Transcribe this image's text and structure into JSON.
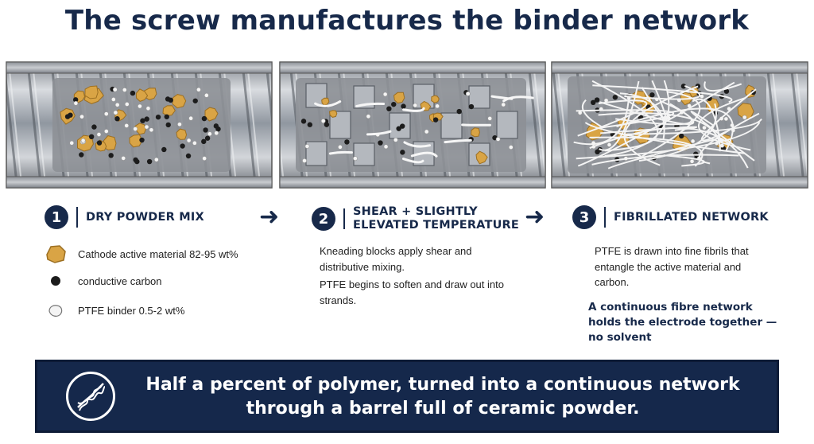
{
  "title": "The screw manufactures the binder network",
  "stages": [
    {
      "number": "1",
      "title_lines": [
        "DRY POWDER MIX"
      ]
    },
    {
      "number": "2",
      "title_lines": [
        "SHEAR + SLIGHTLY",
        "ELEVATED TEMPERATURE"
      ]
    },
    {
      "number": "3",
      "title_lines": [
        "FIBRILLATED NETWORK"
      ]
    }
  ],
  "legend": [
    {
      "icon": "cathode-particle-icon",
      "label": "Cathode active material 82-95 wt%"
    },
    {
      "icon": "carbon-dot-icon",
      "label": "conductive carbon"
    },
    {
      "icon": "ptfe-particle-icon",
      "label": "PTFE binder 0.5-2 wt%"
    }
  ],
  "stage2_text": [
    "Kneading blocks apply shear and distributive mixing.",
    "PTFE begins to soften and draw out into strands."
  ],
  "stage3_text": "PTFE is drawn into fine fibrils that entangle the active material and carbon.",
  "stage3_emphasis": "A continuous fibre network holds the electrode together — no solvent",
  "banner": {
    "icon": "fibril-strand-icon",
    "line1": "Half a percent of polymer, turned into a continuous network",
    "line2": "through a barrel full of ceramic powder."
  },
  "colors": {
    "navy": "#17294a",
    "cathode": "#d9a445",
    "carbon": "#1c1c1c",
    "ptfe": "#f4f4f4",
    "steel": "#a9adb3"
  },
  "icons": [
    "arrow-right-icon",
    "arrow-right-icon"
  ]
}
